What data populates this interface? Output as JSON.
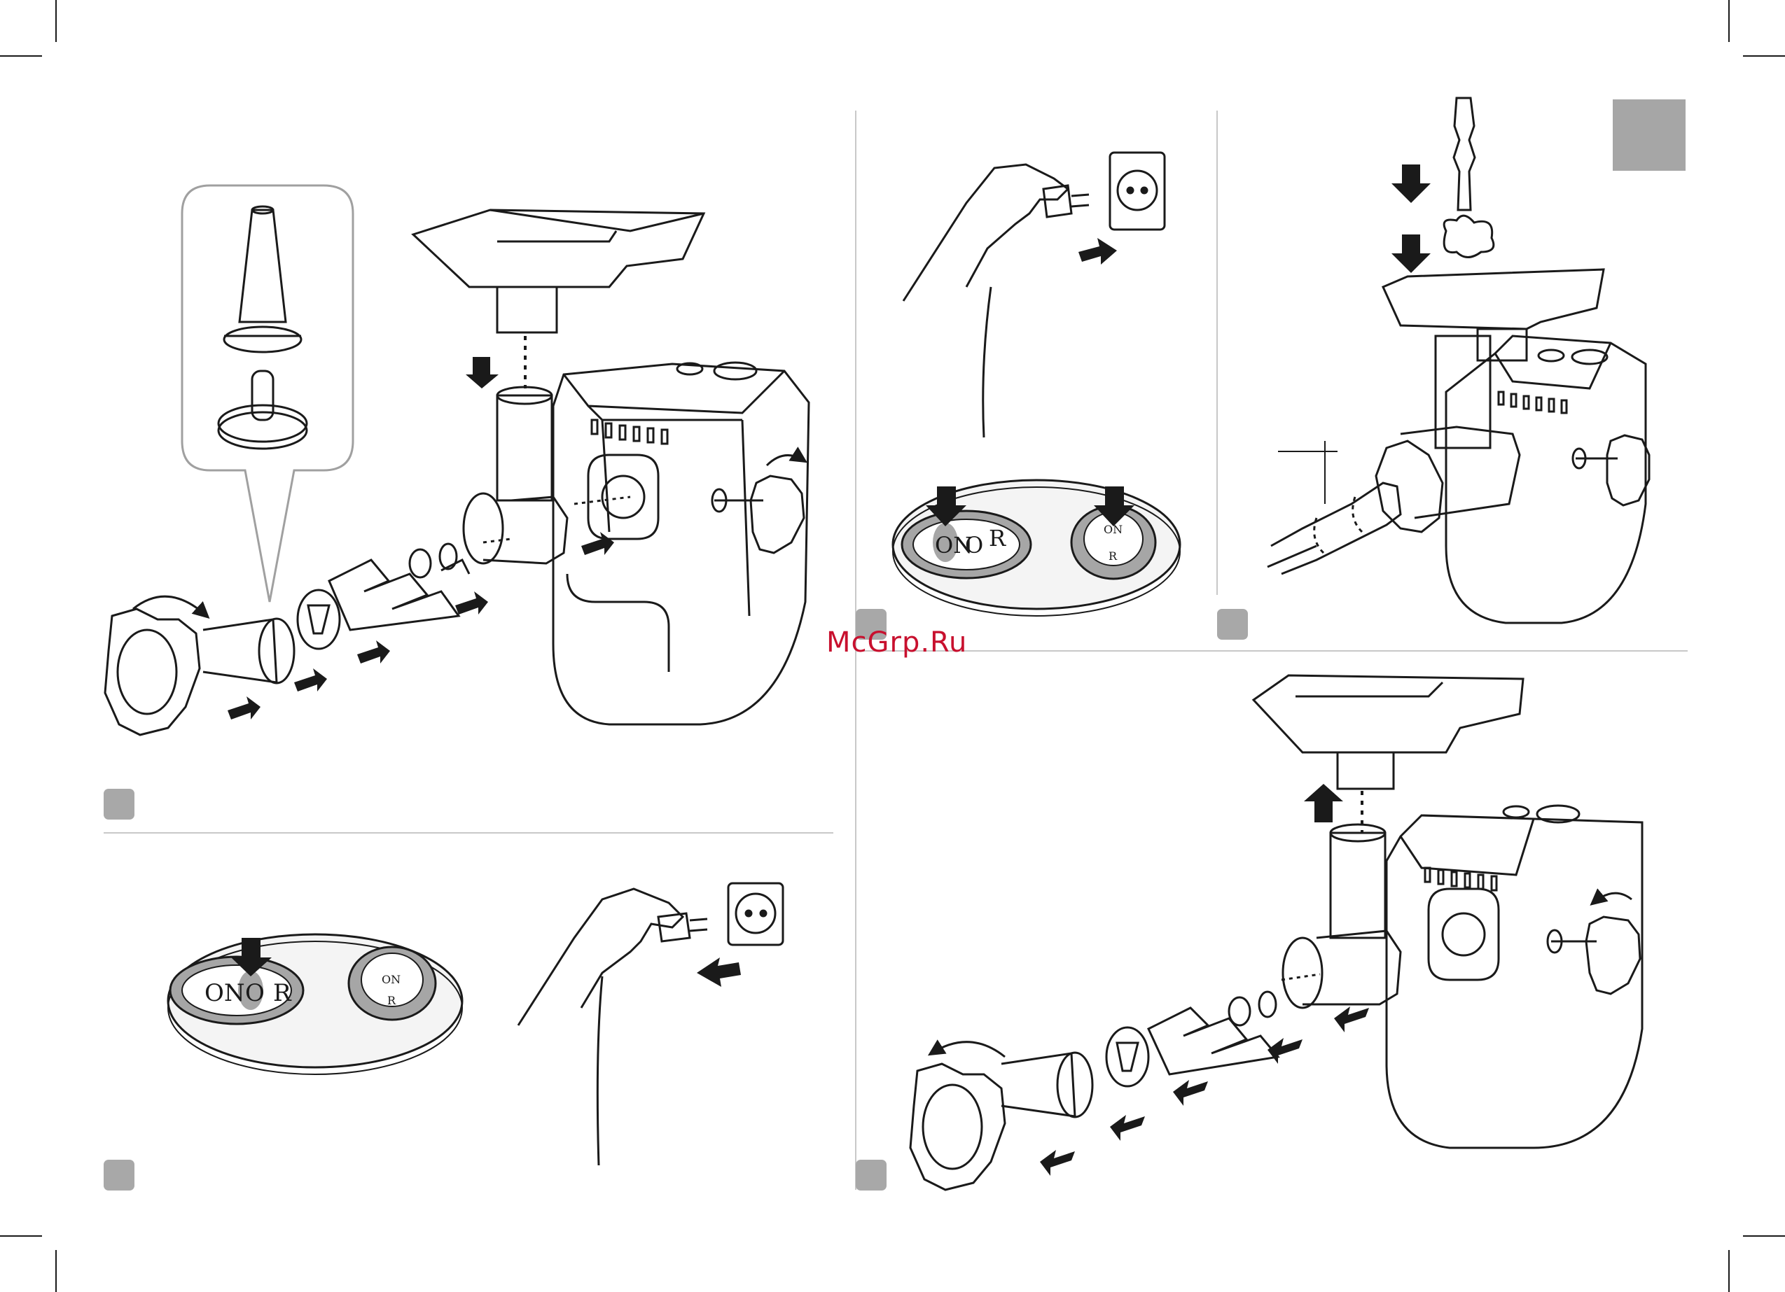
{
  "watermark": "McGrp.Ru",
  "colors": {
    "line": "#1a1a1a",
    "panel_gray": "#a6a6a6",
    "badge_gray": "#a8a8a8",
    "divider": "#c8c8c8",
    "oval_fill": "#f4f4f4",
    "watermark": "#c8102e"
  },
  "switch_panel_large": {
    "rocker_on": "ON",
    "rocker_off": "O",
    "rocker_reverse": "R",
    "button_on": "ON",
    "button_reverse": "R"
  },
  "switch_panel_small": {
    "rocker_on": "ON",
    "rocker_off": "O",
    "rocker_reverse": "R",
    "button_on": "ON",
    "button_reverse": "R"
  },
  "icons": [
    "push-arrow-icon",
    "rotate-arrow-icon",
    "power-socket-icon",
    "plug-icon",
    "hand-icon"
  ]
}
